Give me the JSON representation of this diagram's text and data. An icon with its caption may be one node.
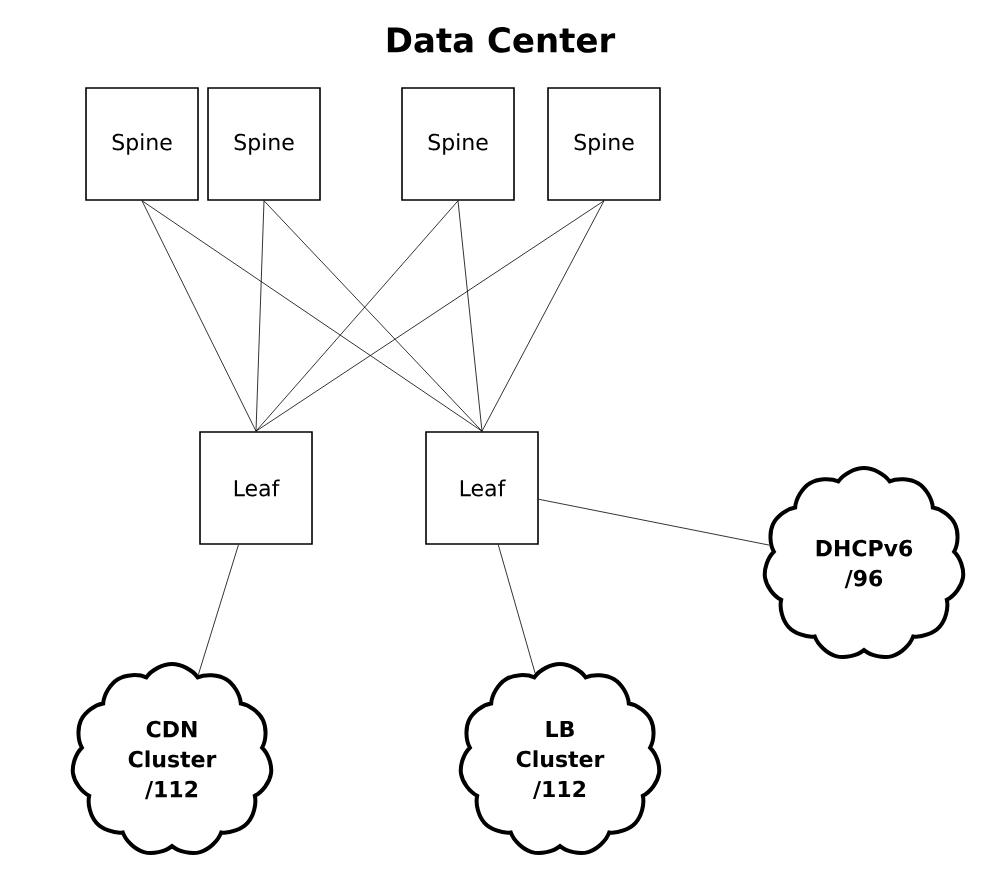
{
  "diagram": {
    "title": "Data Center",
    "nodes": [
      {
        "text": [
          "Spine"
        ]
      },
      {
        "text": [
          "Spine"
        ]
      },
      {
        "text": [
          "Spine"
        ]
      },
      {
        "text": [
          "Spine"
        ]
      },
      {
        "text": [
          "Leaf"
        ]
      },
      {
        "text": [
          "Leaf"
        ]
      },
      {
        "text": [
          "CDN Cluster /112"
        ]
      },
      {
        "text": [
          "LB Cluster /112"
        ]
      },
      {
        "text": [
          "DHCPv6 /96"
        ]
      }
    ],
    "edges": [
      {
        "from": 0,
        "to": 4,
        "arrow": "none"
      },
      {
        "from": 0,
        "to": 5,
        "arrow": "none"
      },
      {
        "from": 1,
        "to": 4,
        "arrow": "none"
      },
      {
        "from": 1,
        "to": 5,
        "arrow": "none"
      },
      {
        "from": 2,
        "to": 4,
        "arrow": "none"
      },
      {
        "from": 2,
        "to": 5,
        "arrow": "none"
      },
      {
        "from": 3,
        "to": 4,
        "arrow": "none"
      },
      {
        "from": 3,
        "to": 5,
        "arrow": "none"
      },
      {
        "from": 4,
        "to": 6,
        "arrow": "none"
      },
      {
        "from": 5,
        "to": 7,
        "arrow": "none"
      },
      {
        "from": 5,
        "to": 8,
        "arrow": "none"
      }
    ]
  }
}
